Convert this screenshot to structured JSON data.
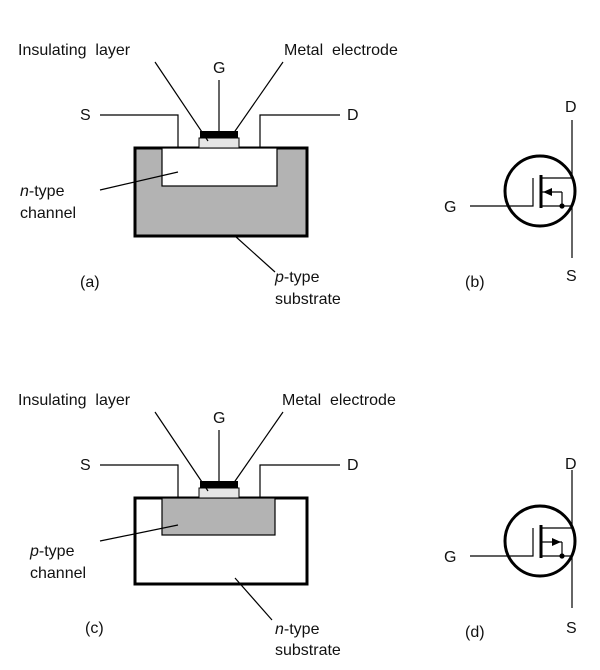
{
  "colors": {
    "stroke": "#000000",
    "gray_region": "#b3b3b3",
    "white_region": "#ffffff",
    "electrode": "#000000",
    "insulator": "#e6e6e6"
  },
  "diagram_a": {
    "caption": "(a)",
    "insulating_layer": "Insulating  layer",
    "gate": "G",
    "metal_electrode": "Metal  electrode",
    "source": "S",
    "drain": "D",
    "channel_prefix": "n",
    "channel_suffix": "-type",
    "channel_word": "channel",
    "substrate_prefix": "p",
    "substrate_suffix": "-type",
    "substrate_word": "substrate"
  },
  "diagram_b": {
    "caption": "(b)",
    "gate": "G",
    "drain": "D",
    "source": "S"
  },
  "diagram_c": {
    "caption": "(c)",
    "insulating_layer": "Insulating  layer",
    "gate": "G",
    "metal_electrode": "Metal  electrode",
    "source": "S",
    "drain": "D",
    "channel_prefix": "p",
    "channel_suffix": "-type",
    "channel_word": "channel",
    "substrate_prefix": "n",
    "substrate_suffix": "-type",
    "substrate_word": "substrate"
  },
  "diagram_d": {
    "caption": "(d)",
    "gate": "G",
    "drain": "D",
    "source": "S"
  }
}
